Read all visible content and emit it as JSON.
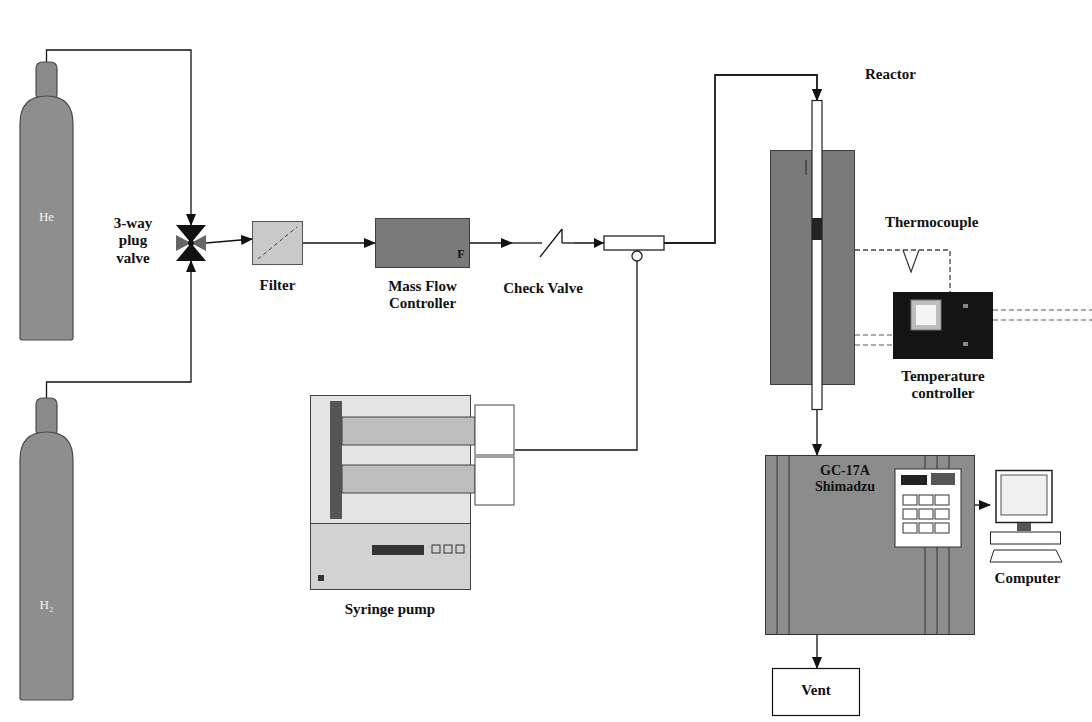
{
  "diagram": {
    "nodes": [
      {
        "text": [
          "He"
        ]
      },
      {
        "text": [
          "H₂"
        ]
      },
      {
        "text": [
          "3-way plug valve"
        ]
      },
      {
        "text": [
          "Filter"
        ]
      },
      {
        "text": [
          "F",
          "Mass Flow Controller"
        ]
      },
      {
        "text": [
          "Check Valve"
        ]
      },
      {
        "text": [
          "Syringe pump"
        ]
      },
      {
        "text": [
          "Reactor"
        ]
      },
      {
        "text": [
          "Temperature controller"
        ]
      },
      {
        "text": [
          "GC-17A Shimadzu"
        ]
      },
      {
        "text": [
          "Computer"
        ]
      },
      {
        "text": [
          "Vent"
        ]
      }
    ],
    "edges": [
      {
        "from": 0,
        "to": 2,
        "arrow": "to"
      },
      {
        "from": 1,
        "to": 2,
        "arrow": "to"
      },
      {
        "from": 2,
        "to": 3,
        "arrow": "to"
      },
      {
        "from": 3,
        "to": 4,
        "arrow": "to"
      },
      {
        "from": 4,
        "to": 5,
        "arrow": "to"
      },
      {
        "from": 5,
        "to": 7,
        "arrow": "to"
      },
      {
        "from": 6,
        "to": 7,
        "arrow": "to"
      },
      {
        "from": 7,
        "to": 9,
        "arrow": "to"
      },
      {
        "from": 9,
        "to": 10,
        "arrow": "to"
      },
      {
        "from": 9,
        "to": 11,
        "arrow": "to"
      },
      {
        "from": 7,
        "to": 8,
        "arrow": "none"
      }
    ],
    "labels": [
      "Thermocouple"
    ]
  }
}
